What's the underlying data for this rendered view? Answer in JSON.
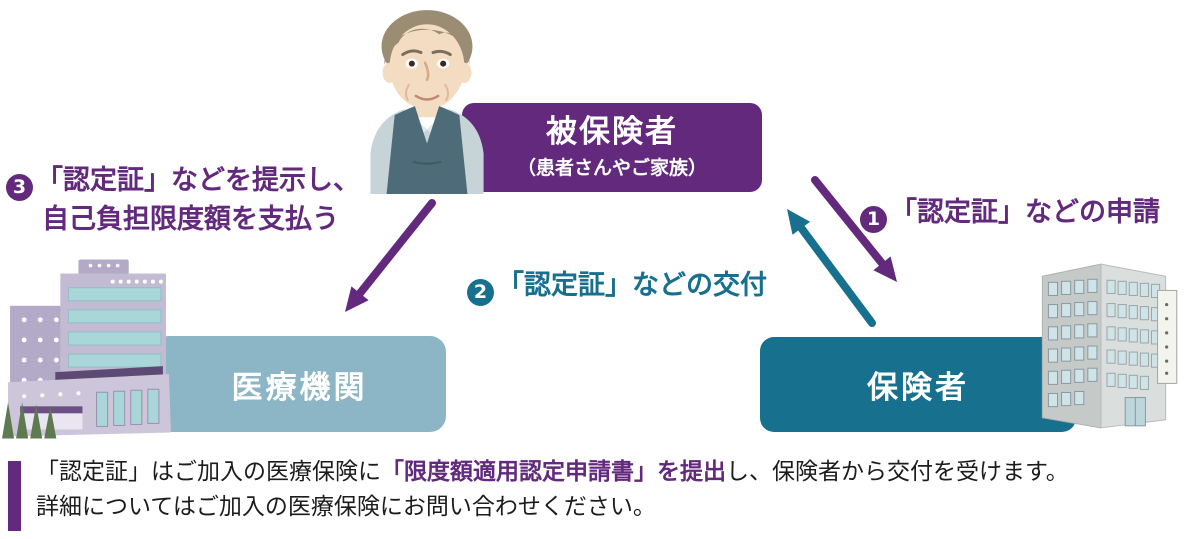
{
  "colors": {
    "purple": "#63297d",
    "teal": "#16708e",
    "lightblue": "#8cb5c6",
    "ink": "#1c1c1c"
  },
  "nodes": {
    "insured": {
      "title": "被保険者",
      "subtitle": "（患者さんやご家族）"
    },
    "medical": {
      "label": "医療機関"
    },
    "insurer": {
      "label": "保険者"
    }
  },
  "steps": {
    "step1": {
      "num": "1",
      "label": "「認定証」などの申請"
    },
    "step2": {
      "num": "2",
      "label": "「認定証」などの交付"
    },
    "step3": {
      "num": "3",
      "line1": "「認定証」などを提示し、",
      "line2": "自己負担限度額を支払う"
    }
  },
  "icons": {
    "man": "elderly-patient-illustration",
    "hospital": "hospital-building-illustration",
    "office": "insurer-building-illustration"
  },
  "note": {
    "line1_pre": "「認定証」はご加入の医療保険に",
    "line1_em": "「限度額適用認定申請書」を提出",
    "line1_post": "し、保険者から交付を受けます。",
    "line2": "詳細についてはご加入の医療保険にお問い合わせください。"
  }
}
